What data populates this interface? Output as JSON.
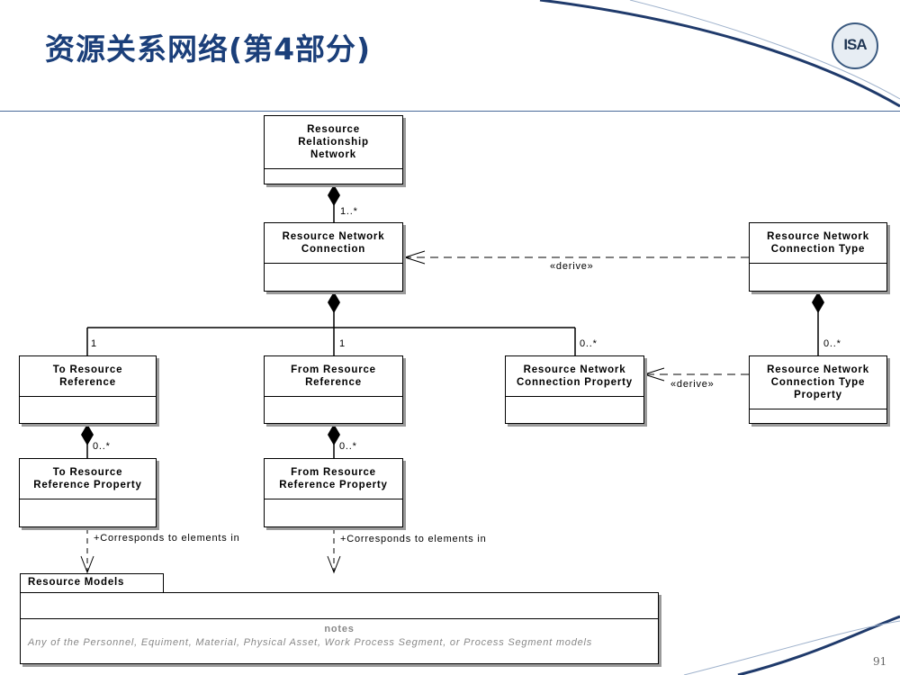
{
  "slide": {
    "title": "资源关系网络(第4部分)",
    "page_number": "91",
    "logo_text": "ISA"
  },
  "classes": {
    "rrn": "Resource\nRelationship\nNetwork",
    "rnc": "Resource Network\nConnection",
    "rnct": "Resource Network\nConnection Type",
    "to_ref": "To Resource\nReference",
    "from_ref": "From Resource\nReference",
    "rncp": "Resource Network\nConnection Property",
    "rnctp": "Resource Network\nConnection Type\nProperty",
    "to_ref_prop": "To Resource\nReference Property",
    "from_ref_prop": "From Resource\nReference Property"
  },
  "labels": {
    "mult_rrn_rnc": "1..*",
    "mult_to": "1",
    "mult_from": "1",
    "mult_prop": "0..*",
    "mult_type_prop": "0..*",
    "mult_to_prop": "0..*",
    "mult_from_prop": "0..*",
    "derive_1": "«derive»",
    "derive_2": "«derive»",
    "corresponds_1": "+Corresponds to elements in",
    "corresponds_2": "+Corresponds to elements in"
  },
  "package": {
    "name": "Resource Models",
    "notes_header": "notes",
    "notes_text": "Any of the Personnel, Equiment, Material, Physical Asset, Work Process Segment, or Process Segment models"
  },
  "colors": {
    "title": "#1b3f7a",
    "swoosh": "#1f3a6b",
    "header_line": "#4a6a9a"
  }
}
